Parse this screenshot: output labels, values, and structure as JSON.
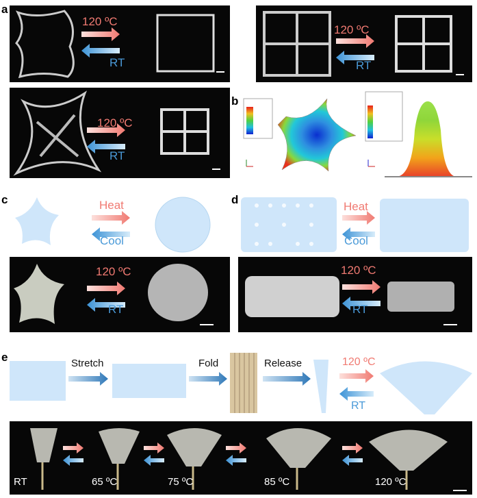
{
  "panels": {
    "a": {
      "label": "a",
      "hot": "120 ºC",
      "cold": "RT"
    },
    "b": {
      "label": "b"
    },
    "c": {
      "label": "c",
      "hot_top": "Heat",
      "cold_top": "Cool",
      "hot": "120 ºC",
      "cold": "RT"
    },
    "d": {
      "label": "d",
      "hot_top": "Heat",
      "cold_top": "Cool",
      "hot": "120 ºC",
      "cold": "RT"
    },
    "e": {
      "label": "e",
      "steps": [
        "Stretch",
        "Fold",
        "Release"
      ],
      "hot": "120 ºC",
      "cold": "RT",
      "temps": [
        "RT",
        "65 ºC",
        "75 ºC",
        "85 ºC",
        "120 ºC"
      ]
    }
  },
  "colors": {
    "hot": "#f07a72",
    "cold": "#4a9ad8",
    "arrow_blue": "#2f78b8",
    "background_photo": "#070707",
    "sample_blue": "#cfe6fa"
  }
}
